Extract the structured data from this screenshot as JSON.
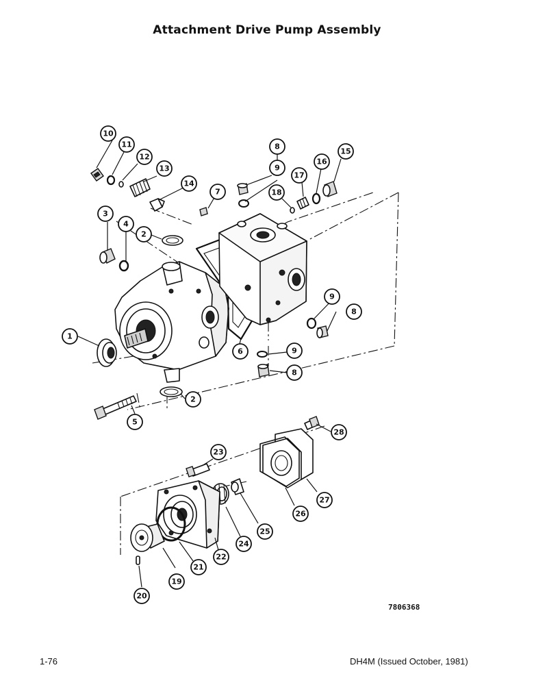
{
  "page": {
    "title": "Attachment Drive Pump Assembly",
    "drawing_number": "7806368",
    "page_number": "1-76",
    "issue": "DH4M (Issued October, 1981)"
  },
  "callouts": [
    "1",
    "2",
    "3",
    "4",
    "5",
    "6",
    "7",
    "8",
    "9",
    "10",
    "11",
    "12",
    "13",
    "14",
    "15",
    "16",
    "17",
    "18",
    "19",
    "20",
    "21",
    "22",
    "23",
    "24",
    "25",
    "26",
    "27",
    "28"
  ]
}
